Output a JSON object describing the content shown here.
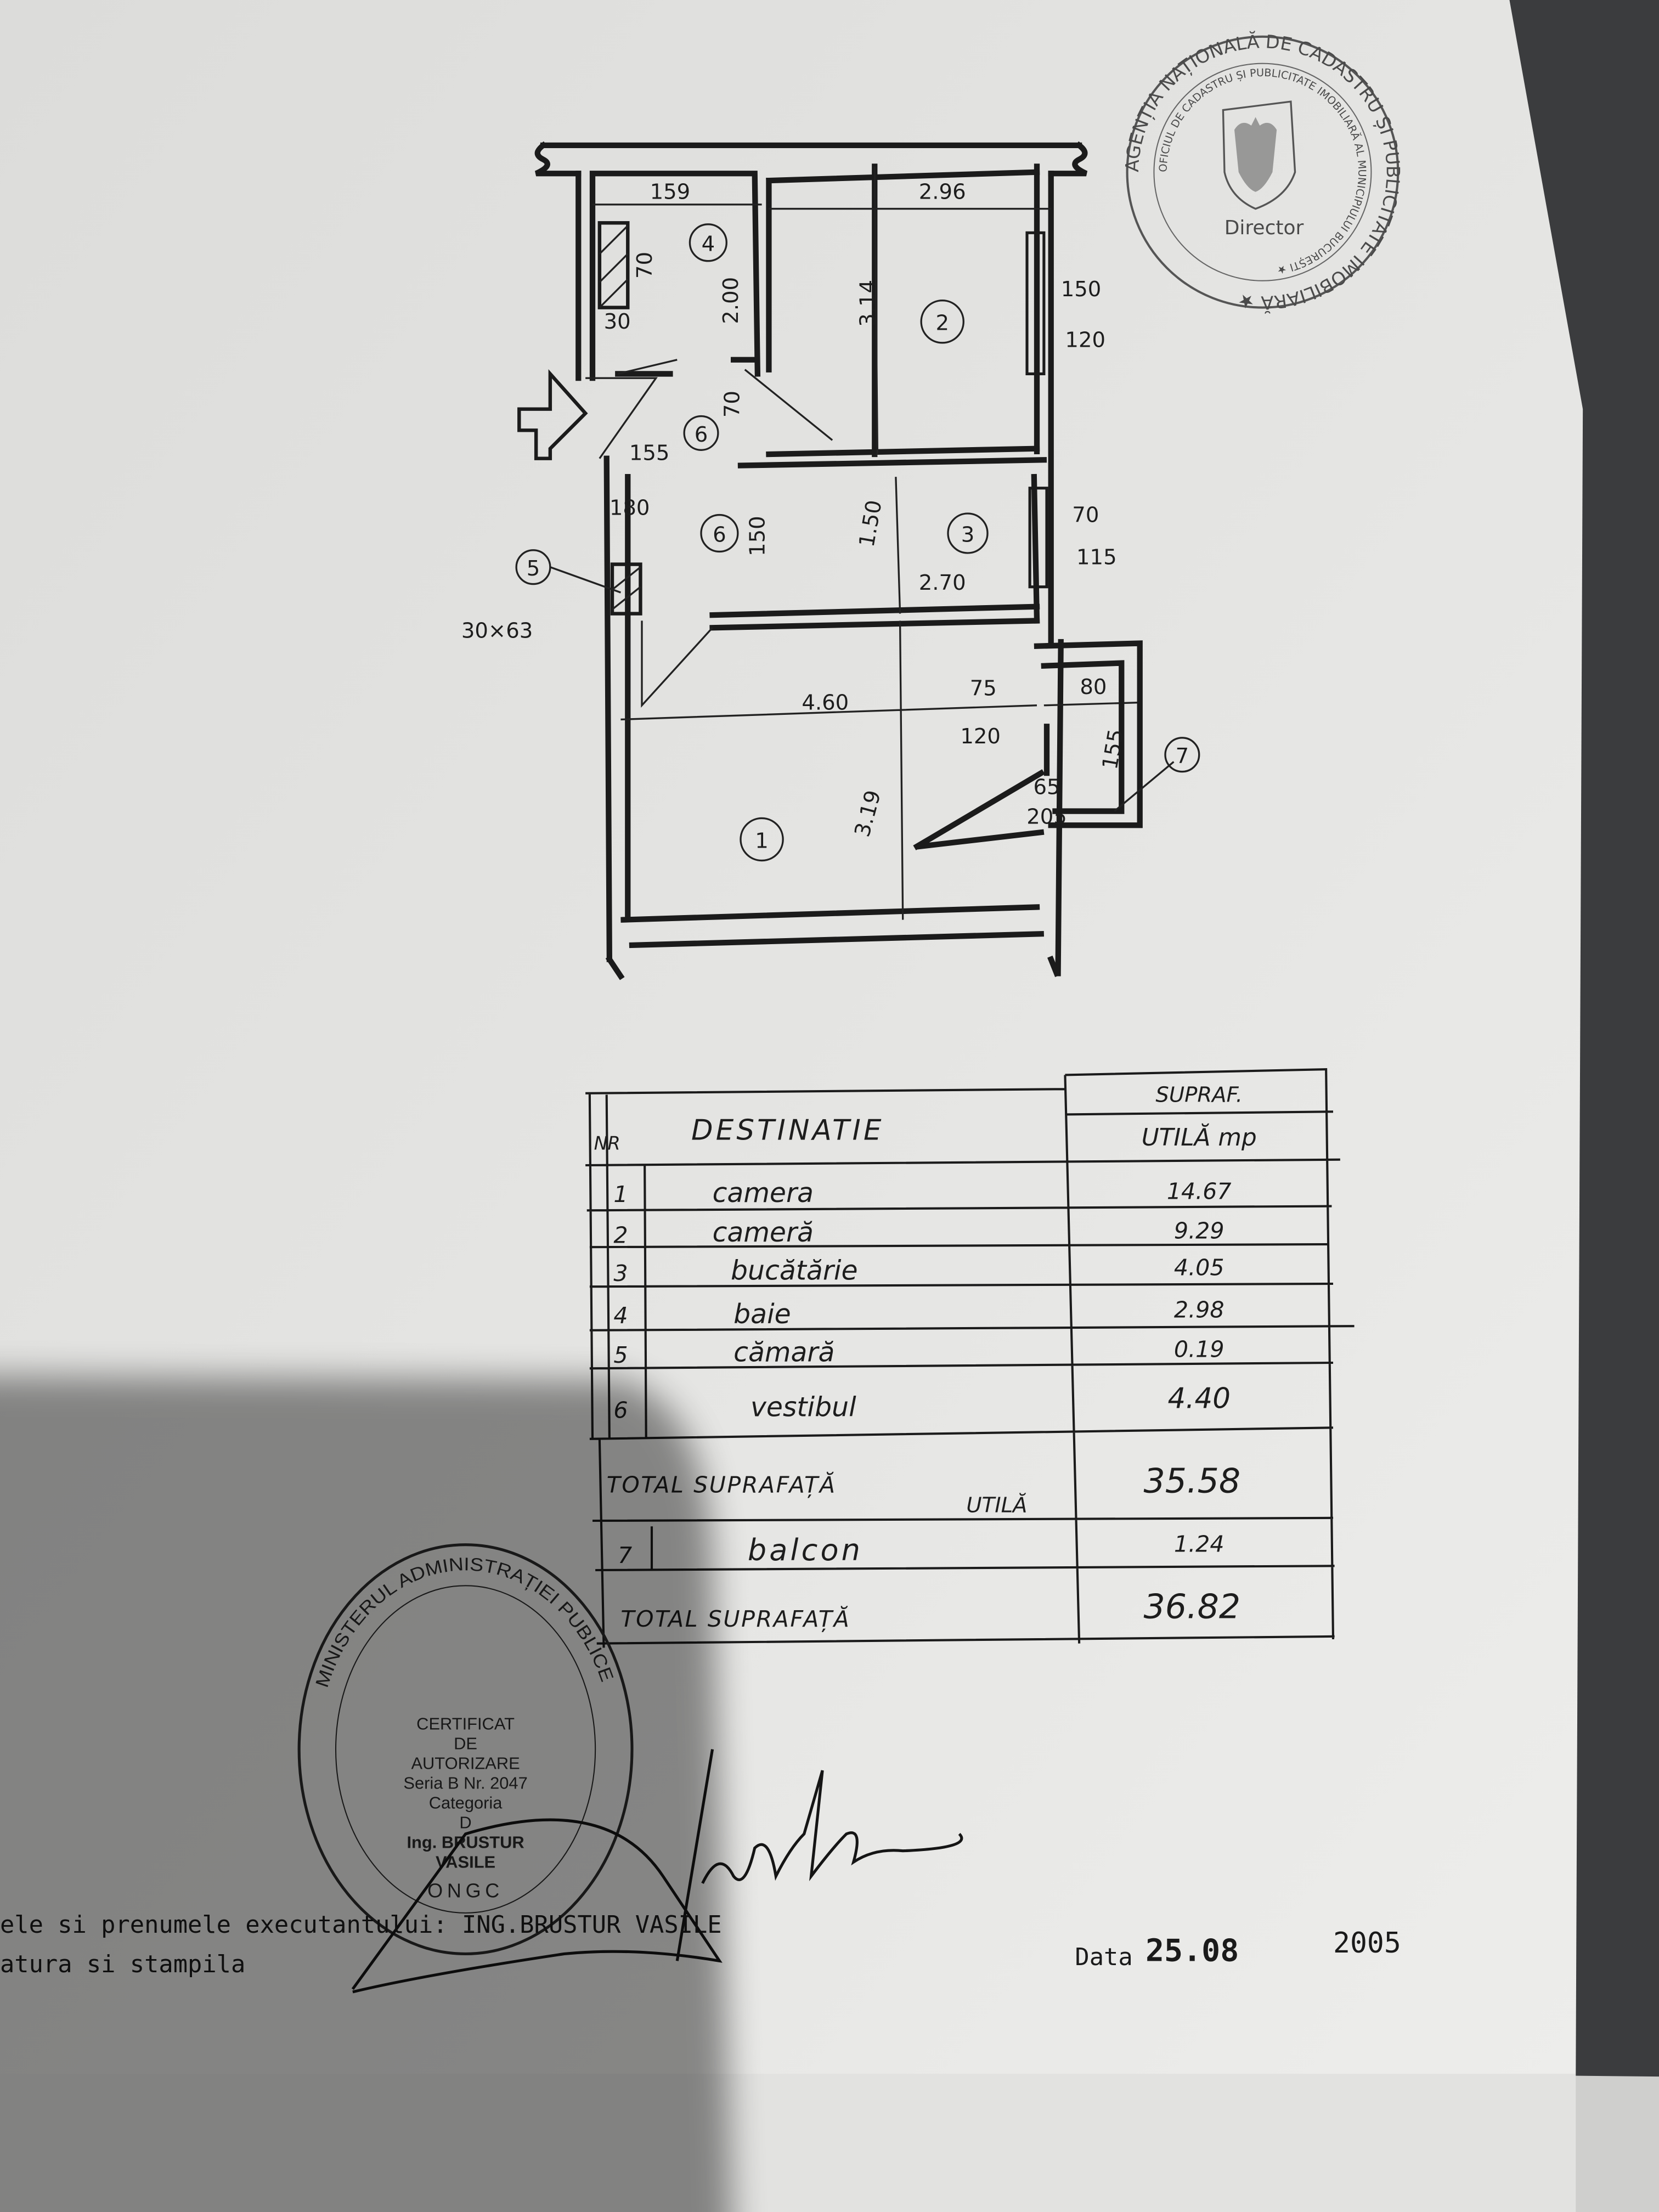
{
  "floor_plan": {
    "rooms": [
      "1",
      "2",
      "3",
      "4",
      "5",
      "6",
      "6",
      "7"
    ],
    "dims": [
      "159",
      "2.96",
      "3.14",
      "2.00",
      "70",
      "30",
      "150",
      "120",
      "155",
      "70",
      "180",
      "150",
      "1.50",
      "2.70",
      "70",
      "115",
      "30×63",
      "4.60",
      "3.19",
      "75",
      "120",
      "80",
      "155",
      "65",
      "205"
    ]
  },
  "table": {
    "headers": {
      "nr": "NR",
      "destination": "DESTINATIE",
      "area_line1": "SUPRAF.",
      "area_line2": "UTILĂ mp"
    },
    "rows": [
      {
        "nr": "1",
        "destination": "camera",
        "area": "14.67"
      },
      {
        "nr": "2",
        "destination": "cameră",
        "area": "9.29"
      },
      {
        "nr": "3",
        "destination": "bucătărie",
        "area": "4.05"
      },
      {
        "nr": "4",
        "destination": "baie",
        "area": "2.98"
      },
      {
        "nr": "5",
        "destination": "cămară",
        "area": "0.19"
      },
      {
        "nr": "6",
        "destination": "vestibul",
        "area": "4.40"
      }
    ],
    "total_useful": {
      "label_line1": "TOTAL SUPRAFAȚĂ",
      "label_line2": "UTILĂ",
      "area": "35.58"
    },
    "balcony": {
      "nr": "7",
      "destination": "balcon",
      "area": "1.24"
    },
    "total": {
      "label": "TOTAL SUPRAFAȚĂ",
      "area": "36.82"
    }
  },
  "stamp_top": {
    "outer": "AGENȚIA NAȚIONALĂ DE CADASTRU ȘI PUBLICITATE IMOBILIARĂ ★",
    "inner": "OFICIUL DE CADASTRU ȘI PUBLICITATE IMOBILIARĂ AL MUNICIPIULUI BUCUREȘTI ★",
    "center": "Director"
  },
  "stamp_bottom": {
    "outer": "MINISTERUL ADMINISTRAȚIEI PUBLICE",
    "bottom": "ONGC",
    "lines": [
      "CERTIFICAT",
      "DE",
      "AUTORIZARE",
      "Seria B Nr. 2047",
      "Categoria",
      "D",
      "Ing. BRUSTUR",
      "VASILE"
    ]
  },
  "footer": {
    "executant_line": "ele si prenumele executantului: ING.BRUSTUR VASILE",
    "signature_line": "atura si stampila",
    "date_label": "Data",
    "date_value": "25.08",
    "date_year": "2005"
  }
}
